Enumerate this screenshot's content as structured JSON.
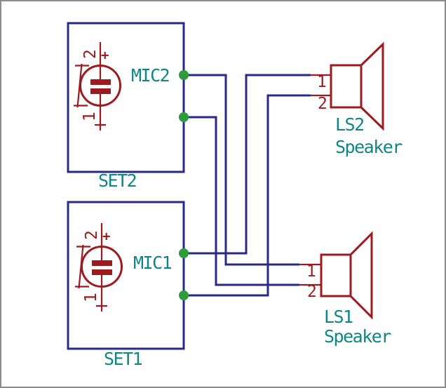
{
  "sheets": [
    {
      "name": "SET2",
      "mic": {
        "ref": "MIC2",
        "pin_top_number": "2",
        "pin_top_polarity": "+",
        "pin_bottom_number": "1"
      }
    },
    {
      "name": "SET1",
      "mic": {
        "ref": "MIC1",
        "pin_top_number": "2",
        "pin_top_polarity": "+",
        "pin_bottom_number": "1"
      }
    }
  ],
  "speakers": [
    {
      "ref": "LS2",
      "value": "Speaker",
      "pin1": "1",
      "pin2": "2"
    },
    {
      "ref": "LS1",
      "value": "Speaker",
      "pin1": "1",
      "pin2": "2"
    }
  ],
  "colors": {
    "wire": "#29298A",
    "component": "#9B1B1E",
    "text": "#108585",
    "junction": "#2E9B3C",
    "frame_border": "#8C8C8C",
    "background": "#FFFFFF"
  }
}
